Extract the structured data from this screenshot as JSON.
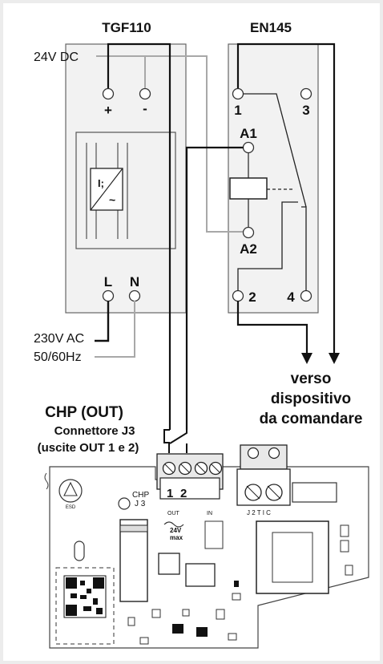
{
  "modules": {
    "tgf110": {
      "title": "TGF110",
      "plus": "+",
      "minus": "-",
      "L": "L",
      "N": "N"
    },
    "en145": {
      "title": "EN145",
      "t1": "1",
      "t3": "3",
      "a1": "A1",
      "a2": "A2",
      "t2": "2",
      "t4": "4"
    }
  },
  "supply": {
    "dc": "24V DC",
    "ac": "230V AC",
    "freq": "50/60Hz"
  },
  "output": {
    "line1": "verso",
    "line2": "dispositivo",
    "line3": "da comandare"
  },
  "chp": {
    "title": "CHP (OUT)",
    "subtitle": "Connettore J3",
    "note": "(uscite OUT 1 e 2)",
    "pcb_label_chp": "CHP",
    "pcb_label_j3": "J 3",
    "pin1": "1",
    "pin2": "2",
    "out_label": "OUT",
    "in_label": "IN",
    "voltage_label": "24V",
    "max_label": "max",
    "j2_label": "J 2  T I C",
    "esd_label": "ESD"
  },
  "colors": {
    "wire_dark": "#111111",
    "wire_grey": "#a8a8a8",
    "panel": "#ffffff",
    "module_fill": "#f2f2f2"
  }
}
